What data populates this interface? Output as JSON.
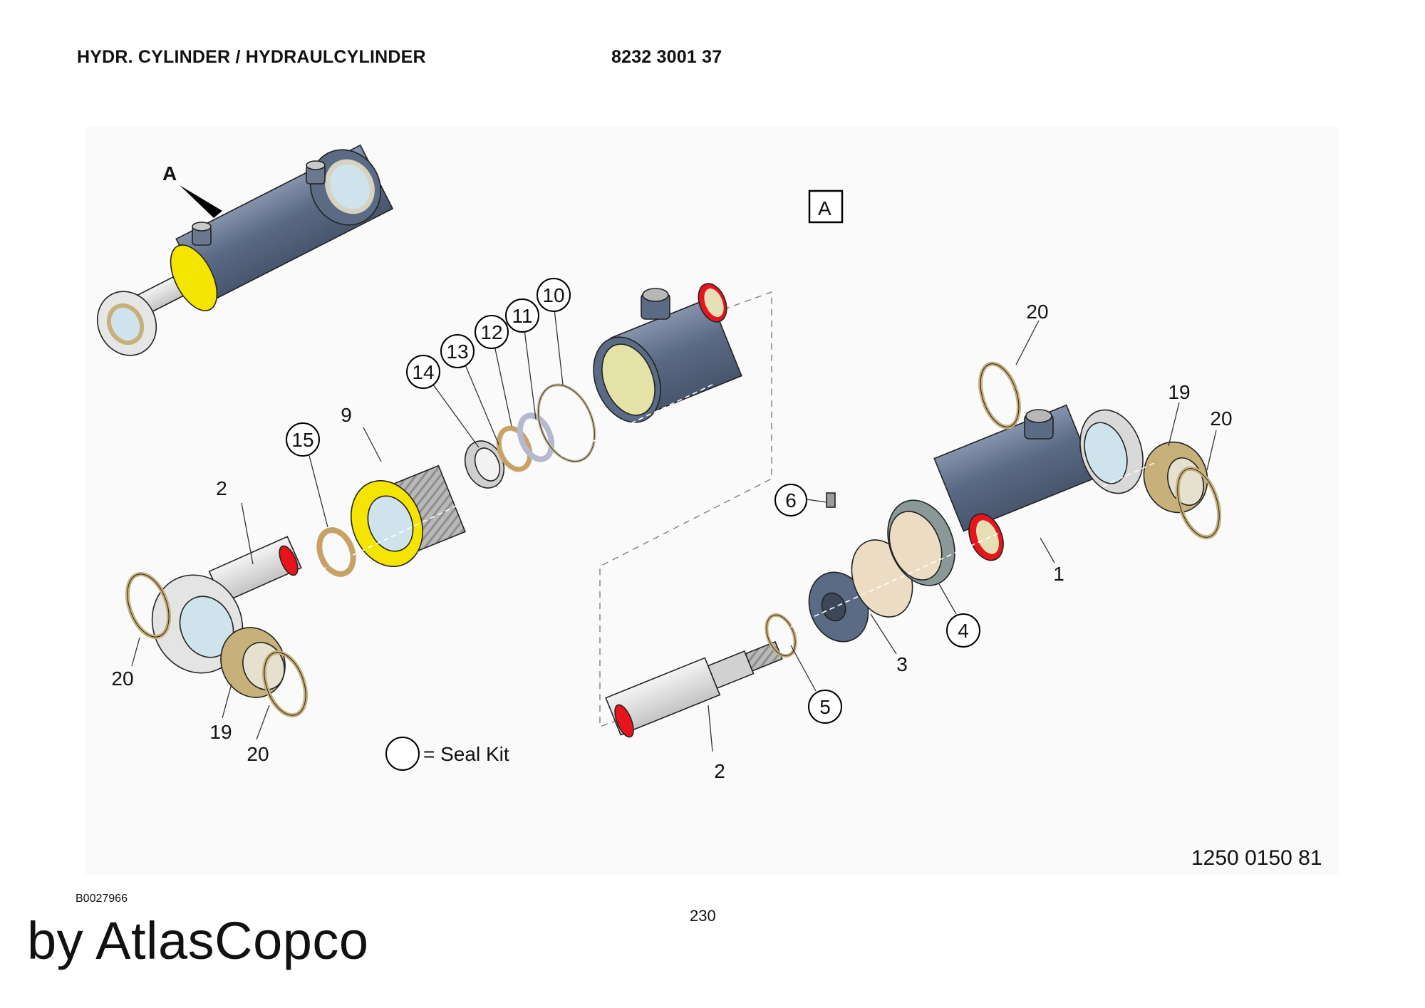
{
  "header": {
    "title": "HYDR. CYLINDER / HYDRAULCYLINDER",
    "part_number": "8232 3001 37"
  },
  "view_marker": {
    "arrow_label": "A",
    "box_label": "A"
  },
  "legend": {
    "text": "= Seal Kit"
  },
  "callouts": {
    "c1": "1",
    "c2a": "2",
    "c2b": "2",
    "c3": "3",
    "c4": "4",
    "c5": "5",
    "c6": "6",
    "c9": "9",
    "c10": "10",
    "c11": "11",
    "c12": "12",
    "c13": "13",
    "c14": "14",
    "c15": "15",
    "c19a": "19",
    "c19b": "19",
    "c20a": "20",
    "c20b": "20",
    "c20c": "20",
    "c20d": "20"
  },
  "footer": {
    "reference_number": "1250 0150 81",
    "drawing_code": "B0027966",
    "page_number": "230",
    "watermark": "by AtlasCopco"
  },
  "colors": {
    "body": "#5b6a85",
    "seal_red": "#e8141b",
    "gland_yellow": "#f4e400",
    "bushing_bronze": "#c7b07a",
    "bore_blue": "#cfe3ec"
  }
}
